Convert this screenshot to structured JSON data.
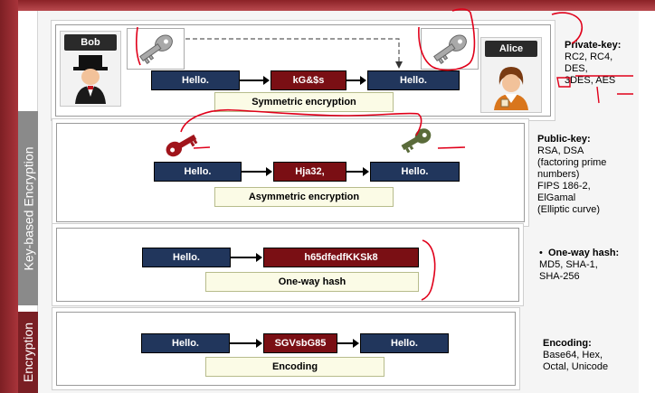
{
  "sidebar": {
    "key_based_label": "Key-based Encryption",
    "encryption_label": "Encryption"
  },
  "symmetric": {
    "left_person": "Bob",
    "right_person": "Alice",
    "plaintext_in": "Hello.",
    "ciphertext": "kG&$s",
    "plaintext_out": "Hello.",
    "label": "Symmetric encryption",
    "side_title": "Private-key:",
    "side_lines": [
      "RC2, RC4,",
      "DES,",
      "3DES, AES"
    ]
  },
  "asymmetric": {
    "plaintext_in": "Hello.",
    "ciphertext": "Hja32,",
    "plaintext_out": "Hello.",
    "label": "Asymmetric encryption",
    "side_title": "Public-key:",
    "side_lines": [
      "RSA, DSA",
      "(factoring prime",
      "numbers)",
      "FIPS 186-2,",
      "ElGamal",
      "(Elliptic curve)"
    ]
  },
  "hash": {
    "plaintext_in": "Hello.",
    "digest": "h65dfedfKKSk8",
    "label": "One-way hash",
    "side_title": "One-way hash:",
    "side_lines": [
      "MD5, SHA-1,",
      "SHA-256"
    ]
  },
  "encoding": {
    "plaintext_in": "Hello.",
    "encoded": "SGVsbG85",
    "plaintext_out": "Hello.",
    "label": "Encoding",
    "side_title": "Encoding:",
    "side_lines": [
      "Base64, Hex,",
      "Octal, Unicode"
    ]
  },
  "colors": {
    "box_blue": "#21365c",
    "box_red": "#7a0f14",
    "ink_red": "#e0001a",
    "frame_red": "#8b2227"
  },
  "icons": [
    "key-icon-grey",
    "key-icon-red",
    "key-icon-green",
    "bob-avatar",
    "alice-avatar"
  ]
}
